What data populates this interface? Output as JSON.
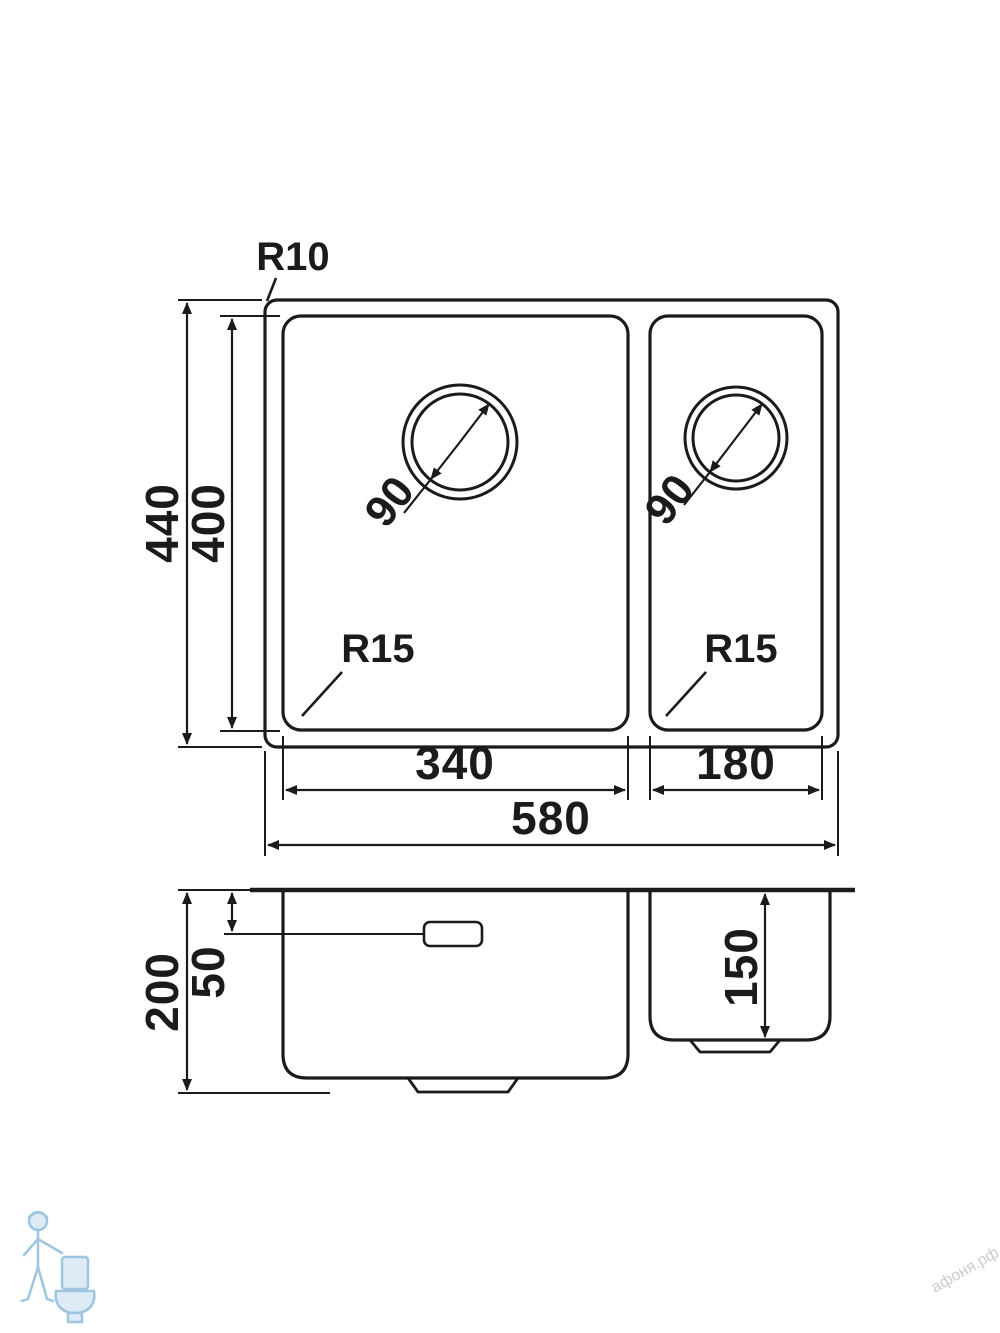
{
  "colors": {
    "line": "#1b1b1b",
    "background": "#ffffff",
    "watermark_blue": "#9fc6de",
    "watermark_gray": "#cccccc"
  },
  "top_view": {
    "labels": {
      "outer_corner_radius": "R10",
      "left_bowl_corner_radius": "R15",
      "right_bowl_corner_radius": "R15",
      "left_drain_diameter": "90",
      "right_drain_diameter": "90",
      "overall_width": "580",
      "left_bowl_width": "340",
      "right_bowl_width": "180",
      "overall_depth": "440",
      "bowl_depth": "400"
    }
  },
  "side_view": {
    "labels": {
      "overall_height": "200",
      "rim_to_overflow": "50",
      "right_bowl_height": "150"
    }
  },
  "watermark": {
    "site": "афоня.рф"
  }
}
